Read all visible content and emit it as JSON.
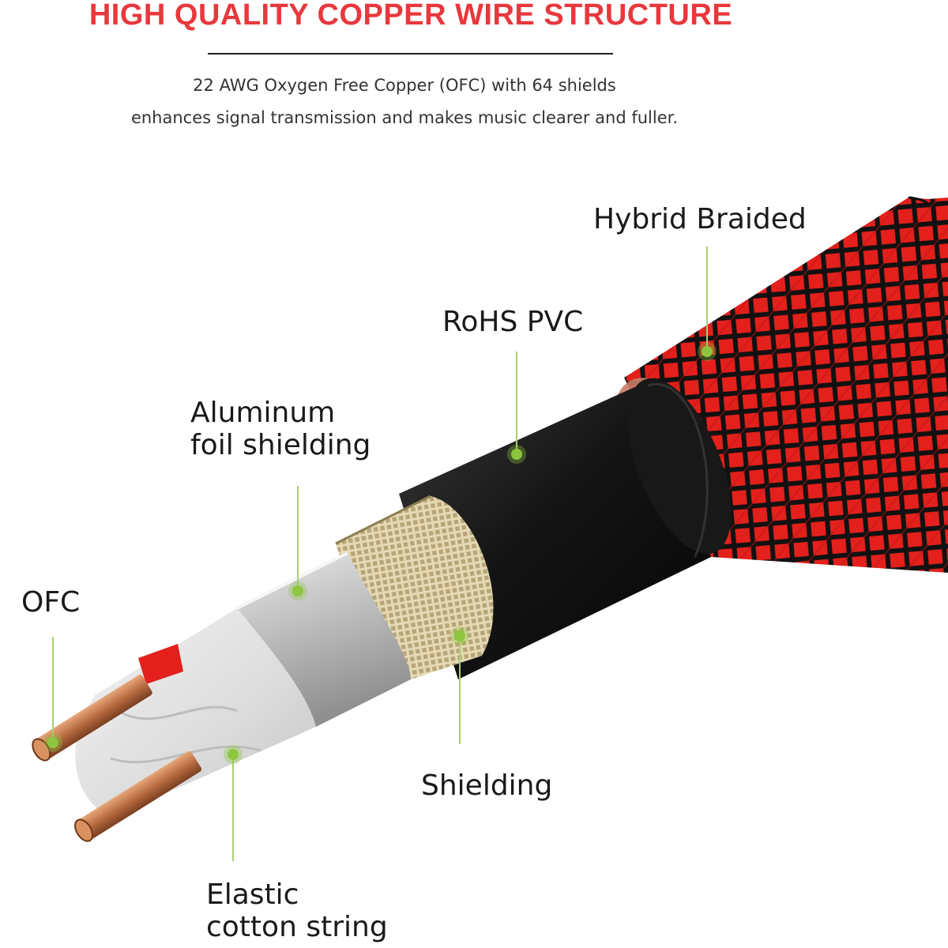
{
  "header": {
    "title": "HIGH QUALITY COPPER WIRE STRUCTURE",
    "subtitle_line1": "22 AWG Oxygen Free Copper (OFC) with 64 shields",
    "subtitle_line2": "enhances signal transmission and makes music clearer and fuller."
  },
  "labels": {
    "hybrid_braided": "Hybrid Braided",
    "rohs_pvc": "RoHS PVC",
    "aluminum_line1": "Aluminum",
    "aluminum_line2": "foil shielding",
    "ofc": "OFC",
    "shielding": "Shielding",
    "cotton_line1": "Elastic",
    "cotton_line2": "cotton string"
  },
  "colors": {
    "title": "#e8383d",
    "braid_red": "#e3201c",
    "braid_black": "#111111",
    "pvc_black": "#141414",
    "shield_gold": "#cdbb8a",
    "foil_silver": "#c9c9c9",
    "copper": "#b86c40",
    "marker_green": "#8cc63f",
    "leader_line": "#a8cf74"
  }
}
